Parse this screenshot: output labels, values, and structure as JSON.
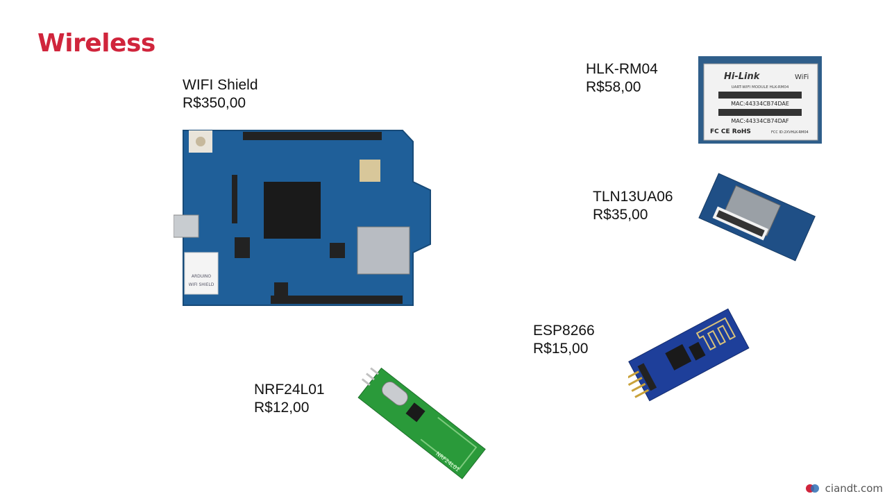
{
  "slide": {
    "title": "Wireless"
  },
  "products": [
    {
      "name": "WIFI Shield",
      "price": "R$350,00"
    },
    {
      "name": "HLK-RM04",
      "price": "R$58,00"
    },
    {
      "name": "TLN13UA06",
      "price": "R$35,00"
    },
    {
      "name": "ESP8266",
      "price": "R$15,00"
    },
    {
      "name": "NRF24L01",
      "price": "R$12,00"
    }
  ],
  "board_markings": {
    "hlk_brand": "Hi-Link",
    "hlk_wifi": "WiFi",
    "hlk_module": "UART-WIFI MODULE HLK-RM04",
    "hlk_mac1": "MAC:44334CB74DAE",
    "hlk_mac2": "MAC:44334CB74DAF",
    "hlk_cert": "FC CE RoHS",
    "hlk_fcc": "FCC ID:2XVHLK-RM04",
    "shield_brand": "ARDUINO",
    "shield_name": "WIFI SHIELD",
    "nrf_label": "NRF24L01"
  },
  "footer": {
    "logo_text": "ciandt.com"
  },
  "colors": {
    "title": "#d0253c",
    "arduino_blue": "#1f5f99",
    "esp_blue": "#1e3f9a",
    "nrf_green": "#2a9a3a"
  }
}
